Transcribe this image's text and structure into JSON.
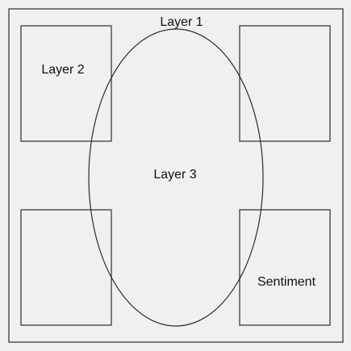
{
  "diagram": {
    "layer1_label": "Layer 1",
    "layer2_label": "Layer 2",
    "layer3_label": "Layer 3",
    "sentiment_label": "Sentiment"
  },
  "colors": {
    "background": "#f0f0f0",
    "stroke": "#2b2b2b",
    "text": "#111111"
  }
}
